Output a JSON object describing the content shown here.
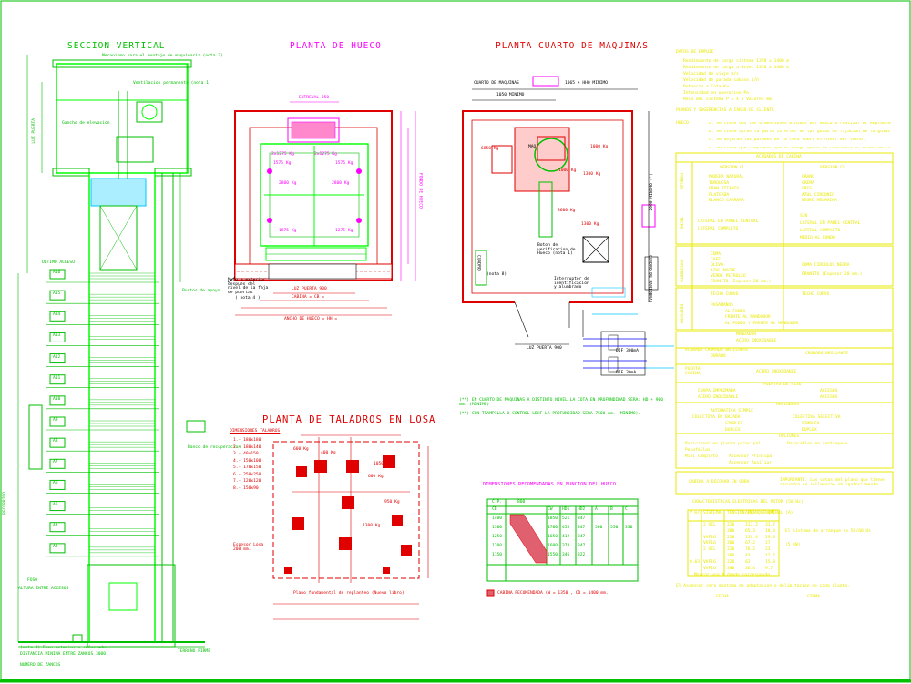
{
  "colors": {
    "green": "#00c000",
    "bright_green": "#00ff00",
    "red": "#e00000",
    "magenta": "#ff00ff",
    "yellow": "#e8e800",
    "cyan": "#00c8ff",
    "blue": "#0000ff",
    "brown": "#a05020"
  },
  "titles": {
    "seccion": "SECCION VERTICAL",
    "hueco": "PLANTA DE HUECO",
    "maquinas": "PLANTA CUARTO DE MAQUINAS",
    "taladros": "PLANTA DE TALADROS EN LOSA",
    "dimensiones": "DIMENSIONES RECOMENDADAS EN FUNCION DEL HUECO"
  },
  "seccion": {
    "floors": [
      "A16",
      "A15",
      "A14",
      "A13",
      "A12",
      "A11",
      "A10",
      "A9",
      "A8",
      "A7",
      "A6",
      "A5",
      "A4",
      "A3"
    ],
    "labels": {
      "ultimo_acceso": "ULTIMO ACCESO",
      "luz_puerta": "LUZ PUERTA",
      "recorrido": "RECORRIDO",
      "foso": "FOSO",
      "altura_entre_accesos": "ALTURA ENTRE ACCESOS",
      "numero_de_zancos": "NUMERO DE ZANCOS",
      "distancia_minima": "DISTANCIA MINIMA ENTRE ZANCOS 3000",
      "terreno_firme": "TERRENO FIRME",
      "nota": "(nota 8) Foso exterior o reforzado",
      "gancho": "Gancho de elevacion",
      "mecanismo": "Mecanismo para el montaje de maquinaria (nota 2)",
      "ventilacion": "Ventilacion permanente (nota 1)",
      "pesadas": "Puntos de apoyo",
      "banco": "Banco de recuperacion"
    }
  },
  "hueco": {
    "labels": {
      "entreval": "ENTREVAL 350",
      "luz_puerta": "LUZ PUERTA 900",
      "ancho_hueco": "ANCHO DE HUECO = HH =",
      "cabina": "CABINA = CB =",
      "fondo_hueco": "FONDO DE HUECO",
      "muro": "Muro a exterior despues del nivel de la faja de puertas",
      "nota": "( nota 4 )"
    },
    "loads": [
      "2x1275 Kg",
      "2x1275 Kg",
      "1575 Kg",
      "1575 Kg",
      "2800 Kg",
      "2800 Kg",
      "1875 Kg",
      "1275 Kg"
    ]
  },
  "maquinas": {
    "labels": {
      "cuarto": "CUARTO DE MAQUINAS",
      "dimensiones": "1065 + HHQ MINIMO",
      "minimo_1050": "1050 MINIMO",
      "ancho_2000": "2000 MINIMO (*)",
      "luz_puerta": "LUZ PUERTA 900",
      "boton": "Boton de verificacion de Hueco (nota 1)",
      "interruptor": "Interruptor de identificacion y alumbrado",
      "nota": "(nota 8)",
      "maq": "MAQ",
      "cuadro": "CUADRO",
      "cuadro_maniobras": "CUADRO DE MANIOBRAS",
      "dif1": "DIF 300mA",
      "dif2": "DIF 30mA"
    },
    "loads": [
      "6850 Kg",
      "1000 Kg",
      "1300 Kg",
      "1300 Kg",
      "1000 Kg",
      "3600 Kg"
    ],
    "note1": "(**) EN CUARTO DE MAQUINAS A DISTINTO NIVEL LA COTA EN PROFUNDIDAD SERA: HD + 900 mm. (MINIMO)",
    "note2": "(**) CON TRAMPILLA O CONTROL LDHF LA PROFUNDIDAD SERA 7500 mm. (MINIMO)."
  },
  "taladros": {
    "header": "DIMENSIONES TALADROS",
    "items": [
      "1.- 180x180",
      "2.- 180x140",
      "3.- 40x150",
      "4.- 150x100",
      "5.- 170x150",
      "6.- 250x250",
      "7.- 120x120",
      "8.- 150x90"
    ],
    "espesor": "Espesor Losa 200 mm.",
    "plano": "Plano fundamental de replanteo (Nuevo libro)",
    "loads": [
      "600 Kg",
      "400 Kg",
      "1050 Kg",
      "600 Kg",
      "950 Kg",
      "1300 Kg"
    ]
  },
  "dim_table": {
    "header": [
      "CB",
      "CW",
      "HD1",
      "HD2",
      "A",
      "B",
      "C"
    ],
    "top": [
      "C.P.",
      "800"
    ],
    "rows": [
      [
        "1400",
        "1850",
        "521",
        "347",
        "",
        "",
        ""
      ],
      [
        "1300",
        "1700",
        "455",
        "347",
        "500",
        "550",
        "330"
      ],
      [
        "1250",
        "1650",
        "412",
        "347",
        "",
        "",
        ""
      ],
      [
        "1200",
        "1600",
        "378",
        "347",
        "",
        "",
        ""
      ],
      [
        "1150",
        "1550",
        "346",
        "322",
        "",
        "",
        ""
      ]
    ],
    "legend": "CABINA RECOMENDADA (W = 1350 , CD = 1400 mm."
  },
  "right": {
    "datos_title": "DATOS DE EMPUJE",
    "datos": [
      "Rendimiento de carga sistema 1350 x 1400 m",
      "Rendimiento de carga a Nivel 1350 x 1400 m",
      "Velocidad de viaje   m/s",
      "Velocidad de parada cabina 1/h",
      "Potencia a Cota   Kw",
      "Intensidad en operacion Pa",
      "Rela del sistema P = X 6 Valores mm"
    ],
    "planos_title": "PLANOS Y SUGERENCIAS A CARGO DE CLIENTE",
    "hueco": "HUECO",
    "hueco_notes": [
      "a. Se tiene dos las dimensiones minimas del HUECO a realizar el Replanteo de las maniobras. Observese el planteo de las guias Santos y en los planos de soporte en las listas.",
      "b. Se tiene otros la parte inferior de las guias de fijacion de la guias.",
      "c. Se dejaran las paredes de la fosa sobre el nivel del techo.",
      "d. Se tiene que comprobar que el Rango queda se considera el nivel de la carga."
    ],
    "acabados_title": "ACABADOS DE CABINA",
    "version_cl": "VERSION CL",
    "version_cs": "VERSION CS",
    "side_labels": [
      "PANELES",
      "TECHO",
      "PAVIMENTO",
      "DESPACHO"
    ],
    "paneles_cl": [
      "MADERA NATURAL",
      "TURQUESA",
      "GRAN TITANIO",
      "PLATEADA",
      "BLANCO CARRARA"
    ],
    "paneles_cs": [
      "GRANO",
      "CREMA",
      "GRIS",
      "AZUL CIRCONIO",
      "NEGRO MELAMINA"
    ],
    "espejo_cl": [
      "LATERAL EN PANEL CENTRAL",
      "LATERAL COMPLETO"
    ],
    "espejo_cs": [
      "SIN",
      "LATERAL EN PANEL CENTRAL",
      "LATERAL COMPLETO",
      "MEDIO AL FONDO"
    ],
    "pavimento_cl": [
      "COMA",
      "CAFE",
      "OLIVO",
      "AZUL NOCHE",
      "VERDE PETROLEO",
      "GRANITO (Espesor 20 mm.)"
    ],
    "pavimento_cs": [
      "GOMA CIRCULOS NEGRA",
      "GRANITO (Espesor 20 mm.)"
    ],
    "techo_cl": "TECHO CURVO",
    "techo_cs": "TECHO CURVO",
    "pasamanos": [
      "PASAMANOS",
      "AL FONDO",
      "FRENTE AL MANDADOR",
      "AL FONDO Y FRENTE AL MANDADOR"
    ],
    "mandador": [
      "MANDADOR",
      "ACERO INOXIDABLE"
    ],
    "acabado_cromado": "ACABADO CROMADO BRILLANTE",
    "acabado_dorado": "DORADO",
    "cromado_brillante": "CROMADO BRILLANTE",
    "puerta_cabina": "PUERTA CABINA",
    "acero_inox": "ACERO INOXIDABLE",
    "puertas_piso_title": "PUERTAS DE PISO",
    "puertas_piso": [
      "CHAPA IMPRIMADA",
      "ACERO INOXIDABLE"
    ],
    "accesos": [
      "ACCESOS",
      "ACCESOS"
    ],
    "maniobras_title": "MANIOBRAS",
    "maniobras": [
      "AUTOMATICA SIMPLE",
      "COLECTIVA EN BAJADA",
      "COLECTIVA SELECTIVA",
      "SIMPLEX",
      "DUPLEX",
      "SIMPLEX",
      "DUPLEX"
    ],
    "opciones_title": "OPCIONES",
    "opciones": [
      "Posicionar en planta principal",
      "Pesafallas",
      "Mini Completo",
      "Ascensor Principal",
      "Ascensor Auxiliar",
      "Pasacables en contrapeso"
    ],
    "cabina_decorar": "CABINA A DECORAR EN OBRA",
    "importante": "IMPORTANTE: Las cotas del plano que tienen recuadro se rellenaran obligatoriamente.",
    "motor_title": "CARACTERISTICAS ELECTRICAS DEL MOTOR (50 Hz)",
    "motor_header": [
      "V m/s",
      "SISTEMA",
      "TENSION (V)",
      "ARRANQUE (A)",
      "NOMINAL (A)"
    ],
    "motor_rows": [
      [
        "1",
        "2 VEL",
        "220",
        "113.2",
        "31.7"
      ],
      [
        "",
        "",
        "380",
        "65.3",
        "18.3"
      ],
      [
        "",
        "VVF16",
        "220",
        "119.4",
        "29.3"
      ],
      [
        "",
        "VVF16",
        "380",
        "67.2",
        "17"
      ],
      [
        "",
        "2 VEL",
        "220",
        "76.2",
        "23"
      ],
      [
        "",
        "",
        "380",
        "43",
        "12.7"
      ],
      [
        "0.63",
        "VVF16",
        "220",
        "63",
        "15.8"
      ],
      [
        "",
        "VVF16",
        "380",
        "36.4",
        "9.7"
      ]
    ],
    "motor_notes": [
      "El sistema de arranque es 50/60 Hz",
      "(5 KW)"
    ],
    "marcar": "Marcar una X donde corresponda.",
    "firma_note": "El Ascensor sera montado de adaptacion o delimitacion de cada planta.",
    "fecha": "FECHA",
    "firma": "FIRMA"
  }
}
